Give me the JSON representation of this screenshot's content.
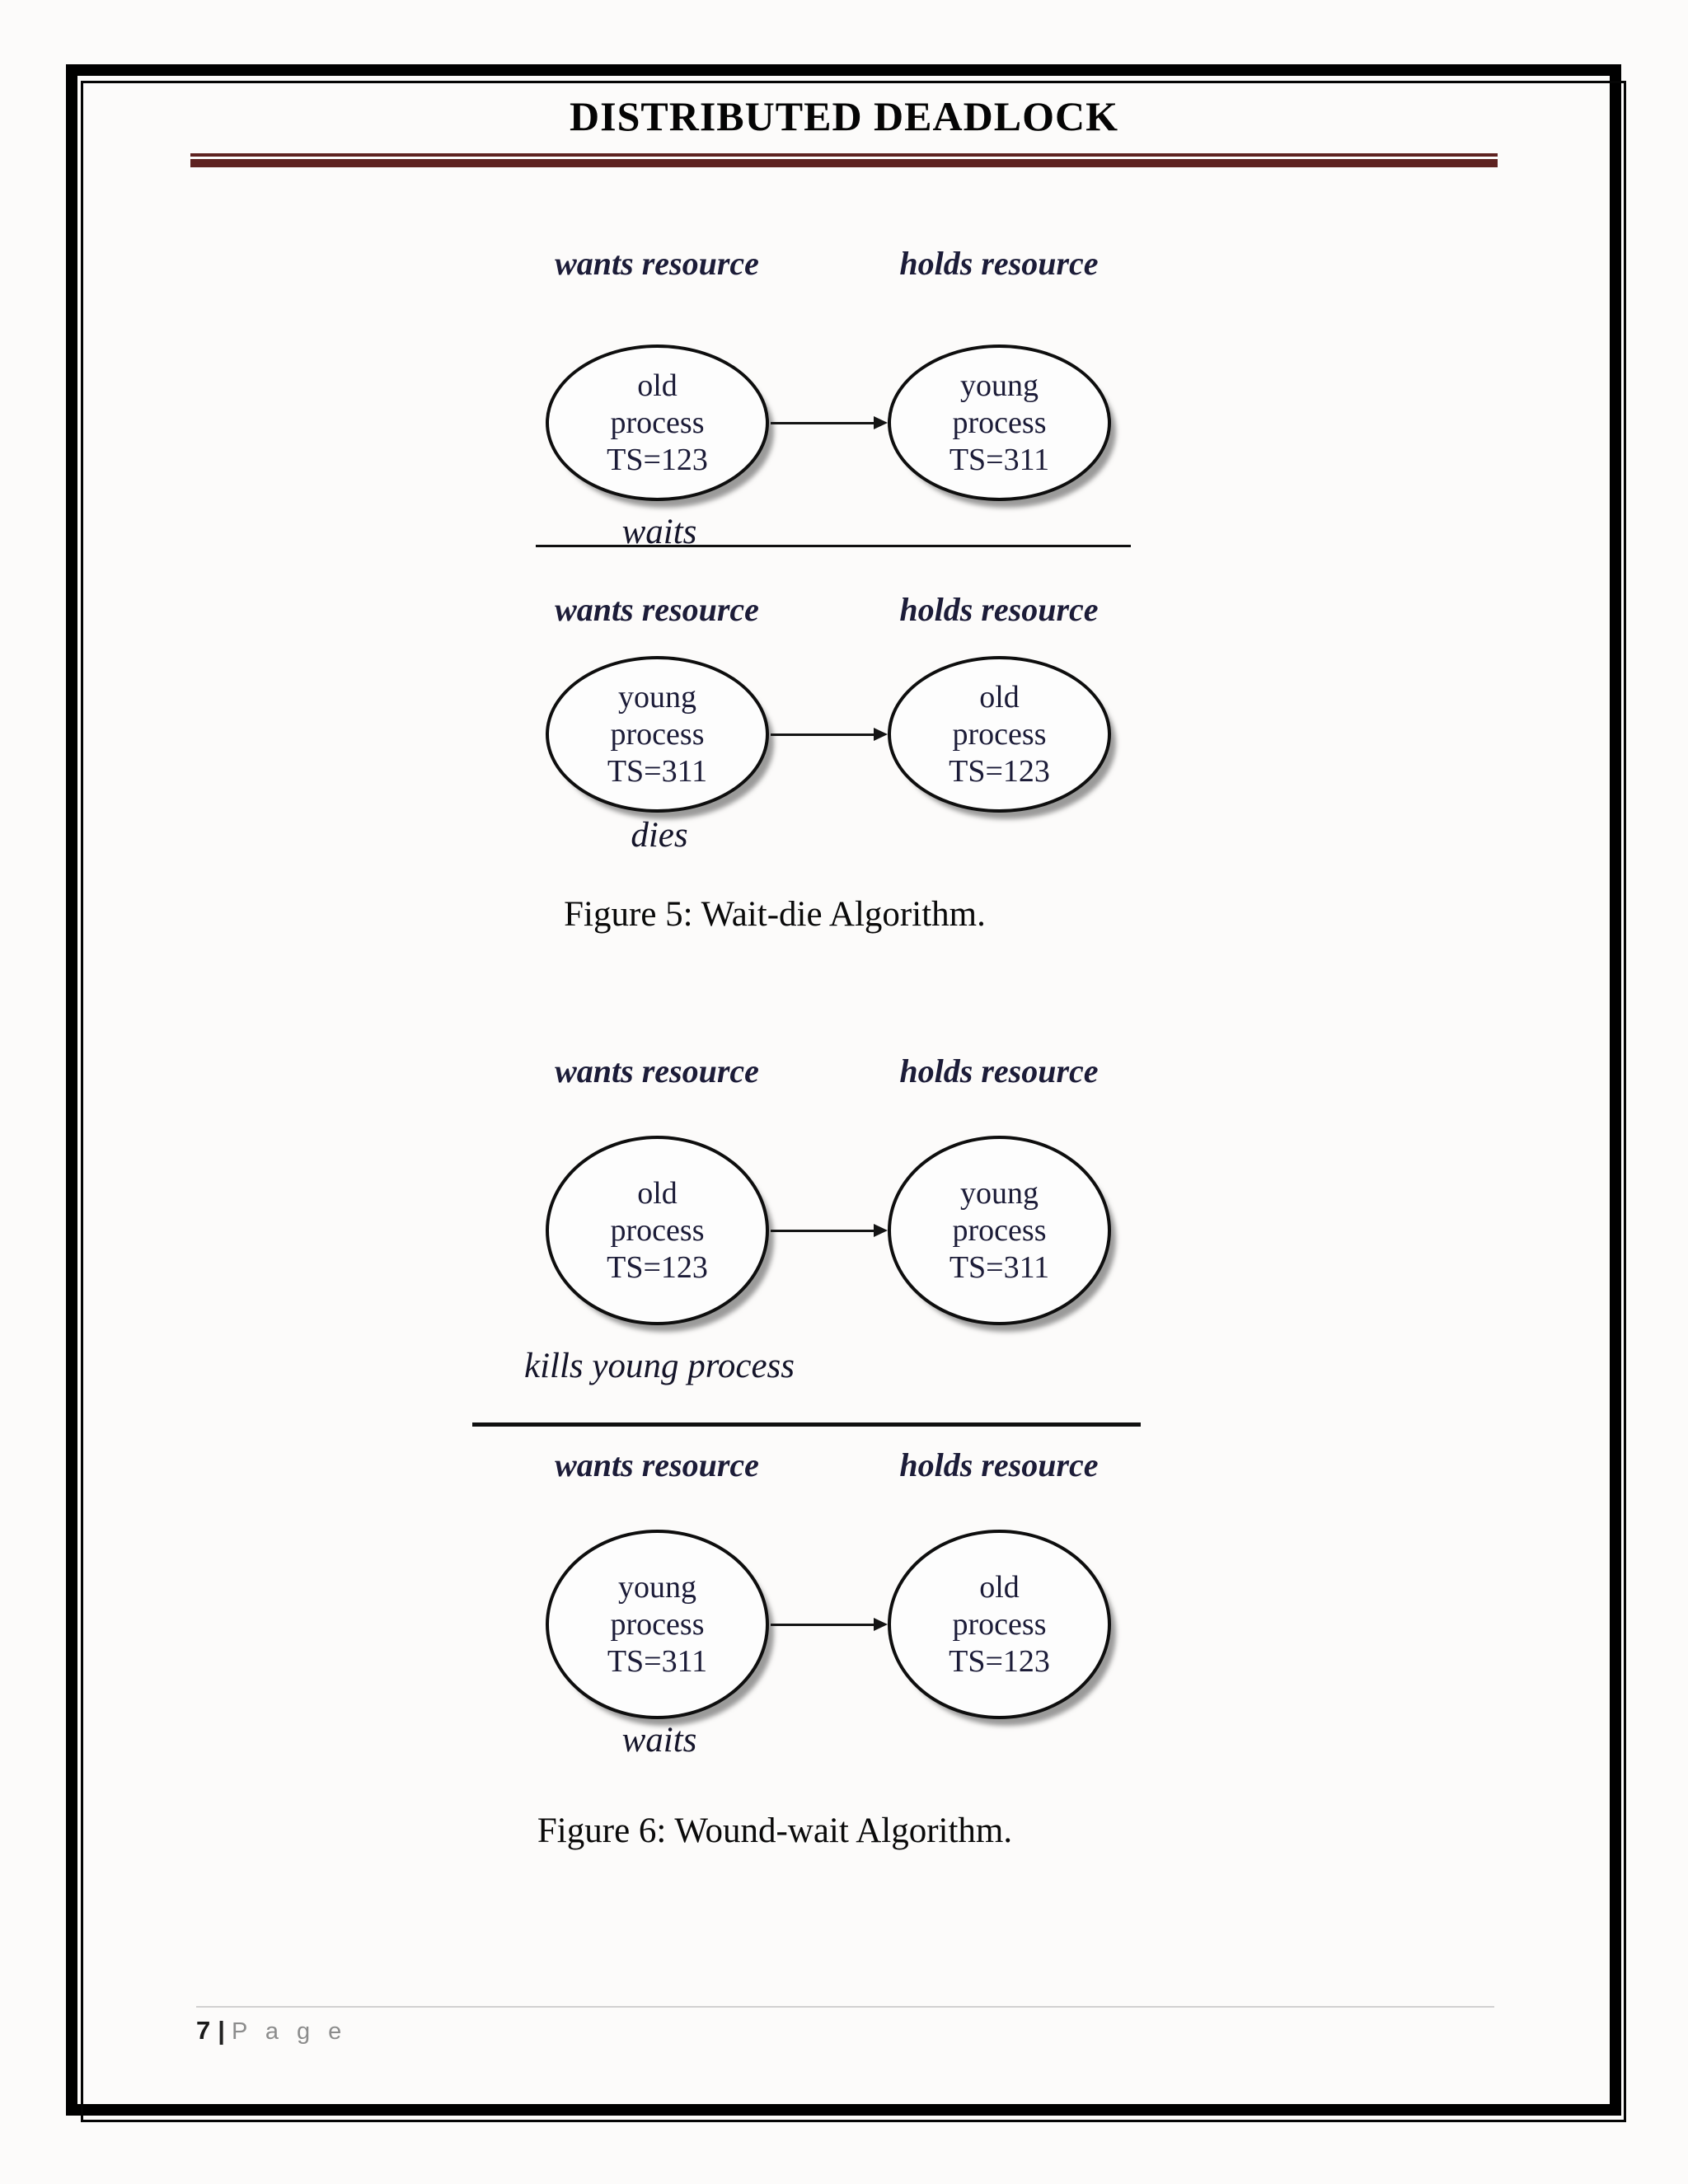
{
  "title": "DISTRIBUTED DEADLOCK",
  "figures": [
    {
      "caption": "Figure 5: Wait-die Algorithm.",
      "panels": [
        {
          "left_header": "wants resource",
          "right_header": "holds resource",
          "left_node": {
            "line1": "old",
            "line2": "process",
            "line3": "TS=123"
          },
          "right_node": {
            "line1": "young",
            "line2": "process",
            "line3": "TS=311"
          },
          "outcome": "waits"
        },
        {
          "left_header": "wants resource",
          "right_header": "holds resource",
          "left_node": {
            "line1": "young",
            "line2": "process",
            "line3": "TS=311"
          },
          "right_node": {
            "line1": "old",
            "line2": "process",
            "line3": "TS=123"
          },
          "outcome": "dies"
        }
      ]
    },
    {
      "caption": "Figure 6: Wound-wait Algorithm.",
      "panels": [
        {
          "left_header": "wants resource",
          "right_header": "holds resource",
          "left_node": {
            "line1": "old",
            "line2": "process",
            "line3": "TS=123"
          },
          "right_node": {
            "line1": "young",
            "line2": "process",
            "line3": "TS=311"
          },
          "outcome": "kills young process"
        },
        {
          "left_header": "wants resource",
          "right_header": "holds resource",
          "left_node": {
            "line1": "young",
            "line2": "process",
            "line3": "TS=311"
          },
          "right_node": {
            "line1": "old",
            "line2": "process",
            "line3": "TS=123"
          },
          "outcome": "waits"
        }
      ]
    }
  ],
  "footer": {
    "page_number": "7",
    "separator": "|",
    "page_label": "P a g e"
  },
  "colors": {
    "accent_rule": "#5e2220",
    "node_text": "#1c1c38",
    "frame": "#000000"
  }
}
